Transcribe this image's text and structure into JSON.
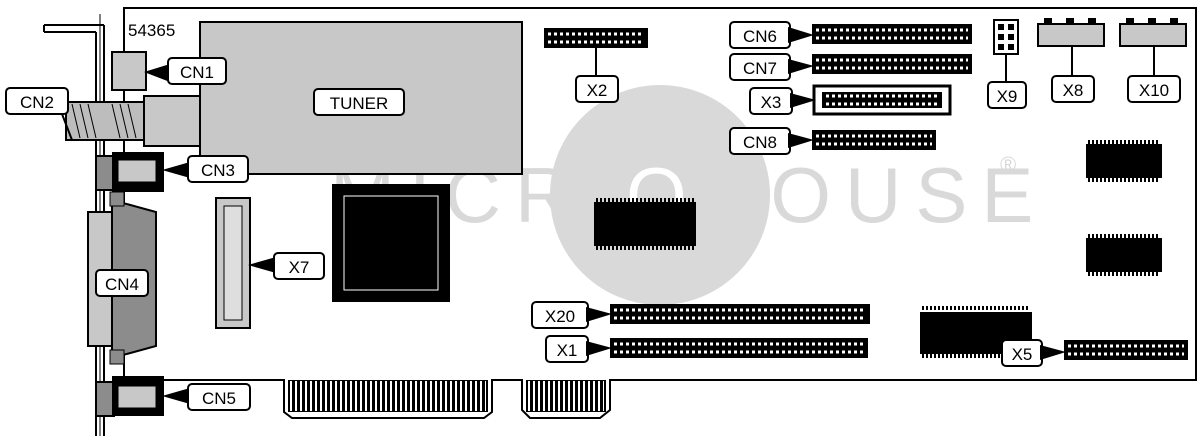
{
  "board": {
    "part_number": "54365",
    "watermark": {
      "text_left": "MICR",
      "text_right": "HOUSE",
      "letter_o": "O",
      "registered": "®"
    }
  },
  "labels": {
    "cn1": "CN1",
    "cn2": "CN2",
    "cn3": "CN3",
    "cn4": "CN4",
    "cn5": "CN5",
    "cn6": "CN6",
    "cn7": "CN7",
    "cn8": "CN8",
    "tuner": "TUNER",
    "x1": "X1",
    "x2": "X2",
    "x3": "X3",
    "x5": "X5",
    "x7": "X7",
    "x8": "X8",
    "x9": "X9",
    "x10": "X10",
    "x20": "X20"
  },
  "colors": {
    "board_outline": "#000000",
    "tuner_fill": "#c8c8c8",
    "watermark_fill": "#d9d9d9",
    "chip_fill": "#000000",
    "connector_gray": "#8c8c8c",
    "header_fill": "#ffffff"
  }
}
